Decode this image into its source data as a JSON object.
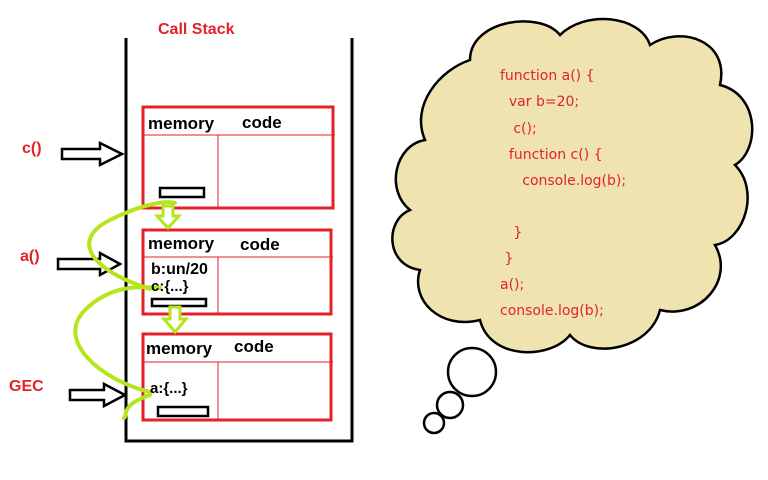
{
  "title": "Call Stack",
  "side_labels": {
    "c": "c()",
    "a": "a()",
    "gec": "GEC"
  },
  "frames": {
    "c": {
      "memory": "memory",
      "code": "code"
    },
    "a": {
      "memory": "memory",
      "code": "code",
      "entries": [
        "b:un/20",
        "c:{...}"
      ]
    },
    "gec": {
      "memory": "memory",
      "code": "code",
      "entries": [
        "a:{...}"
      ]
    }
  },
  "code": [
    "function a() {",
    "  var b=20;",
    "   c();",
    "  function c() {",
    "     console.log(b);",
    "",
    "   }",
    " }",
    "a();",
    "console.log(b);"
  ],
  "colors": {
    "red": "#e32227",
    "cloud": "#efe4b0",
    "green": "#b5e61d",
    "black": "#000000"
  }
}
